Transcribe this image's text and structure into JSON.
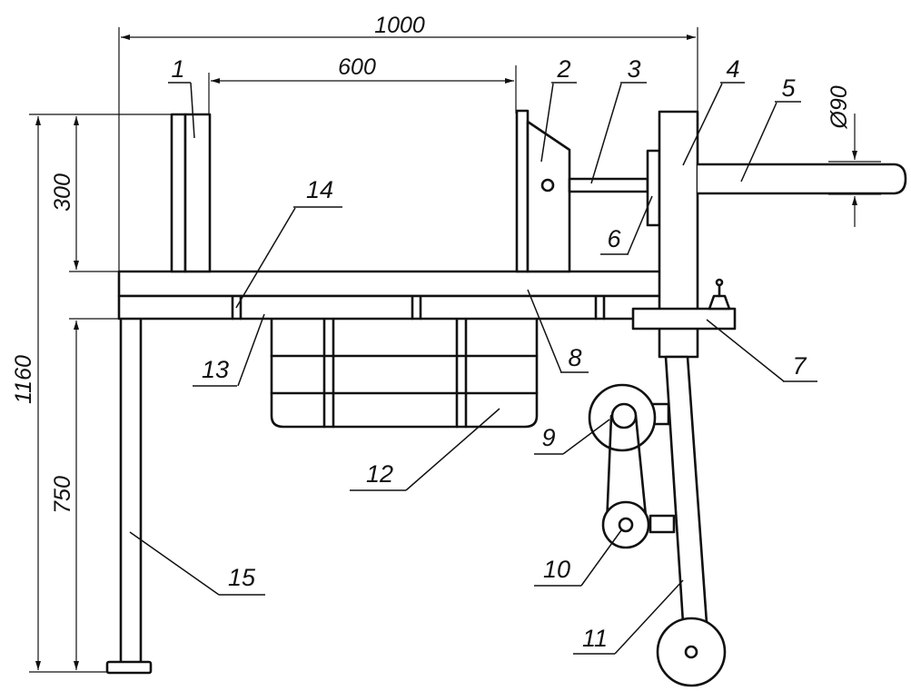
{
  "dimensions": {
    "overall_length": "1000",
    "inner_length": "600",
    "top_height": "300",
    "total_height": "1160",
    "leg_height": "750",
    "shaft_diameter": "Ø90"
  },
  "labels": {
    "n1": "1",
    "n2": "2",
    "n3": "3",
    "n4": "4",
    "n5": "5",
    "n6": "6",
    "n7": "7",
    "n8": "8",
    "n9": "9",
    "n10": "10",
    "n11": "11",
    "n12": "12",
    "n13": "13",
    "n14": "14",
    "n15": "15"
  }
}
